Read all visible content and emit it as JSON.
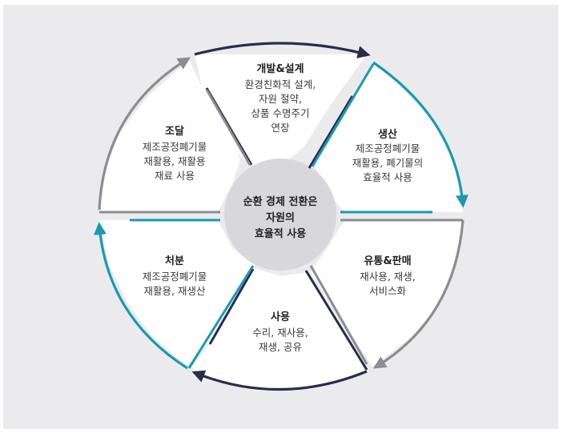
{
  "center": {
    "lines": [
      "순환 경제 전환은",
      "자원의",
      "효율적 사용"
    ]
  },
  "segments": {
    "design": {
      "title": "개발&설계",
      "lines": [
        "환경친화적 설계,",
        "자원 절약,",
        "상품 수명주기",
        "연장"
      ]
    },
    "production": {
      "title": "생산",
      "lines": [
        "제조공정폐기물",
        "재활용, 폐기물의",
        "효율적 사용"
      ]
    },
    "distribution": {
      "title": "유통&판매",
      "lines": [
        "재사용, 재생,",
        "서비스화"
      ]
    },
    "use": {
      "title": "사용",
      "lines": [
        "수리, 재사용,",
        "재생, 공유"
      ]
    },
    "disposal": {
      "title": "처분",
      "lines": [
        "제조공정폐기물",
        "재활용, 재생산"
      ]
    },
    "procurement": {
      "title": "조달",
      "lines": [
        "제조공정폐기물",
        "재활용, 재활용",
        "재료 사용"
      ]
    }
  },
  "colors": {
    "navy": "#2a2c4e",
    "teal": "#1a9ab0",
    "grey": "#8c8c92",
    "hub": "#d7d7dc",
    "background": "#ebebee"
  }
}
